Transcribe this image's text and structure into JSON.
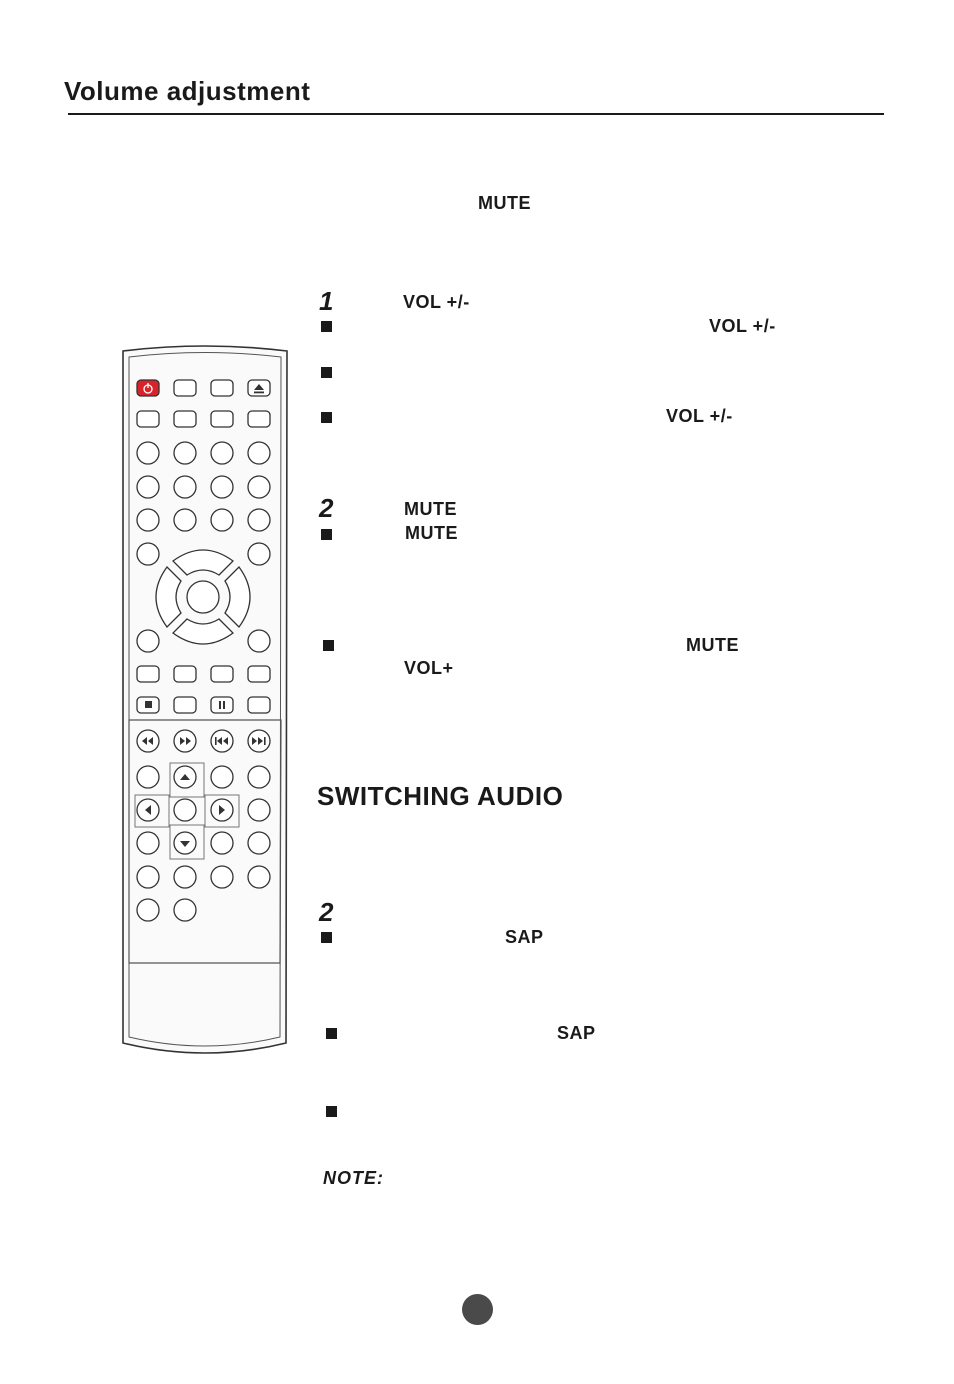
{
  "header": {
    "title": "Volume adjustment"
  },
  "intro": {
    "mute_label": "MUTE"
  },
  "step1": {
    "number": "1",
    "key": "VOL +/-",
    "bullet1_key": "VOL +/-",
    "bullet3_key": "VOL +/-"
  },
  "step2": {
    "number": "2",
    "key": "MUTE",
    "bullet1_key": "MUTE",
    "bullet2_key1": "MUTE",
    "bullet2_key2": "VOL+"
  },
  "switching": {
    "title": "SWITCHING AUDIO",
    "number": "2",
    "bullet1_key": "SAP",
    "bullet2_key": "SAP"
  },
  "note": {
    "label": "NOTE:"
  },
  "icons": {
    "power": "power-icon",
    "eject": "eject-icon",
    "stop": "stop-icon",
    "pause": "pause-icon",
    "rewind": "rewind-icon",
    "fast_forward": "fast-forward-icon",
    "previous": "skip-previous-icon",
    "next": "skip-next-icon",
    "up": "arrow-up-icon",
    "down": "arrow-down-icon",
    "left": "arrow-left-icon",
    "right": "arrow-right-icon"
  },
  "colors": {
    "power_button": "#d8232a",
    "text": "#1a1a1a"
  }
}
